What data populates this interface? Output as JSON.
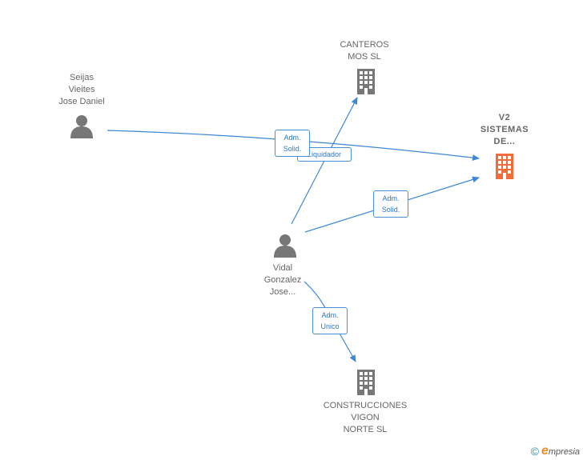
{
  "nodes": {
    "seijas": {
      "label": "Seijas\nVieites\nJose Daniel",
      "icon": "person-icon"
    },
    "canteros": {
      "label": "CANTEROS\nMOS SL",
      "icon": "building-icon"
    },
    "v2": {
      "label": "V2\nSISTEMAS\nDE...",
      "icon": "building-icon"
    },
    "vidal": {
      "label": "Vidal\nGonzalez\nJose...",
      "icon": "person-icon"
    },
    "construcciones": {
      "label": "CONSTRUCCIONES\nVIGON\nNORTE SL",
      "icon": "building-icon"
    }
  },
  "edges": {
    "seijas_v2": "Adm.\nSolid.",
    "vidal_canteros": "Liquidador",
    "vidal_v2": "Adm.\nSolid.",
    "vidal_construcciones": "Adm.\nUnico"
  },
  "colors": {
    "edge": "#3d87d6",
    "node_gray": "#777777",
    "node_focus": "#f26b3a"
  },
  "footer": {
    "copyright": "©",
    "brand_initial": "e",
    "brand_rest": "mpresia"
  }
}
